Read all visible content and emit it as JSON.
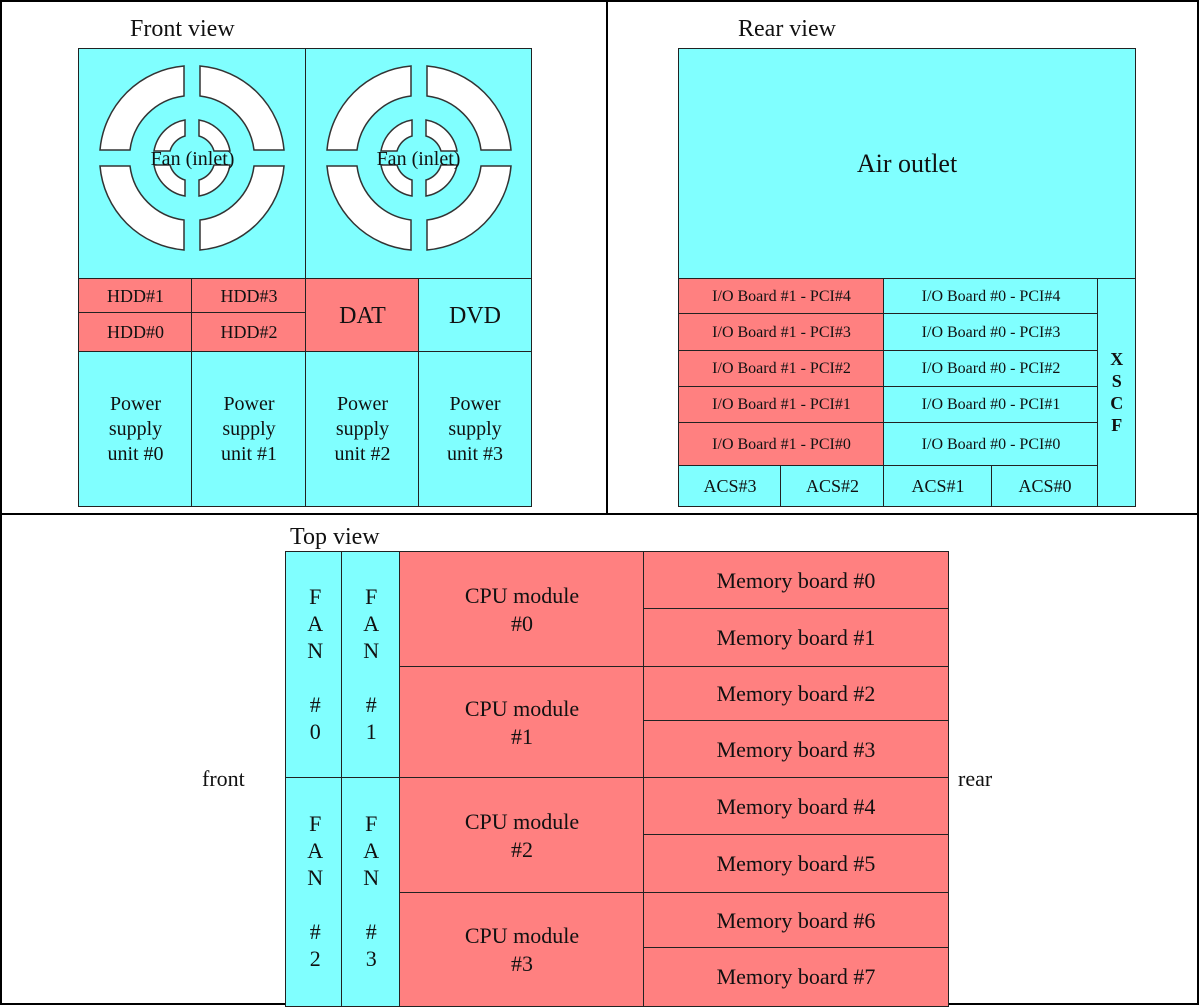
{
  "front_view": {
    "title": "Front view",
    "fan_label": "Fan (inlet)",
    "hdd": [
      "HDD#1",
      "HDD#3",
      "HDD#0",
      "HDD#2"
    ],
    "dat": "DAT",
    "dvd": "DVD",
    "power_supplies": [
      "Power supply unit #0",
      "Power supply unit #1",
      "Power supply unit #2",
      "Power supply unit #3"
    ]
  },
  "rear_view": {
    "title": "Rear view",
    "air_outlet": "Air outlet",
    "io_board_1": [
      "I/O Board #1 - PCI#4",
      "I/O Board #1 - PCI#3",
      "I/O Board #1 - PCI#2",
      "I/O Board #1 - PCI#1",
      "I/O Board #1 - PCI#0"
    ],
    "io_board_0": [
      "I/O Board #0 - PCI#4",
      "I/O Board #0 - PCI#3",
      "I/O Board #0 - PCI#2",
      "I/O Board #0 - PCI#1",
      "I/O Board #0 - PCI#0"
    ],
    "acs": [
      "ACS#3",
      "ACS#2",
      "ACS#1",
      "ACS#0"
    ],
    "xscf": "XSCF"
  },
  "top_view": {
    "title": "Top view",
    "front_label": "front",
    "rear_label": "rear",
    "fans": [
      "FAN #0",
      "FAN #1",
      "FAN #2",
      "FAN #3"
    ],
    "cpu_modules": [
      "CPU module #0",
      "CPU module #1",
      "CPU module #2",
      "CPU module #3"
    ],
    "memory_boards": [
      "Memory board #0",
      "Memory board #1",
      "Memory board #2",
      "Memory board #3",
      "Memory board #4",
      "Memory board #5",
      "Memory board #6",
      "Memory board #7"
    ]
  },
  "colors": {
    "cyan": "#80ffff",
    "red": "#ff8080"
  }
}
